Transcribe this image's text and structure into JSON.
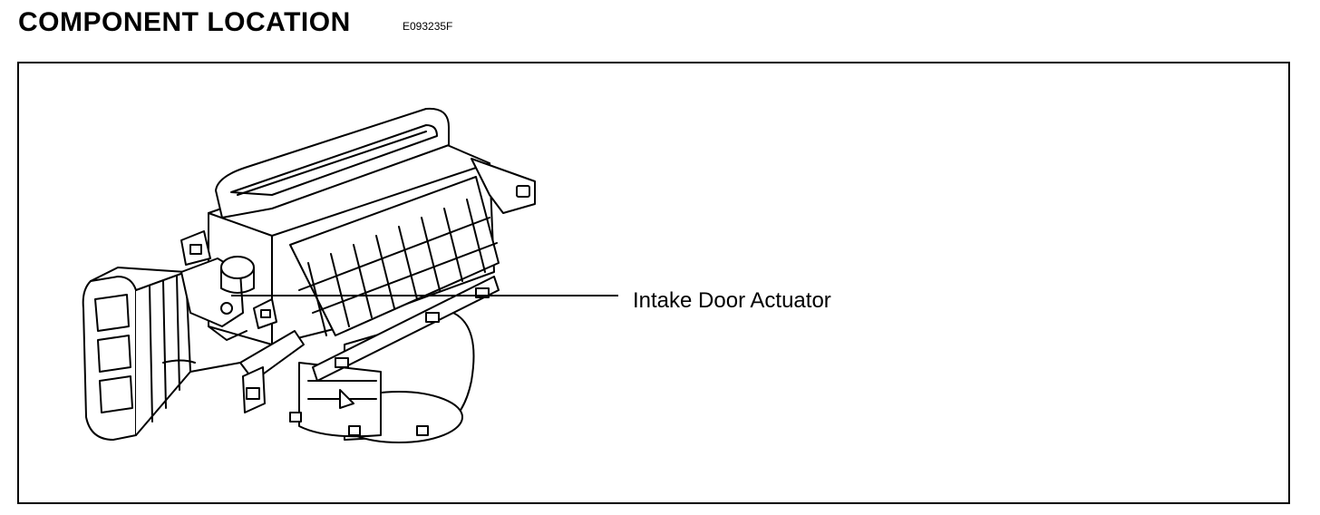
{
  "header": {
    "title": "COMPONENT LOCATION",
    "figure_code": "E093235F"
  },
  "diagram": {
    "subject": "heater / blower housing assembly",
    "callouts": [
      {
        "label": "Intake Door Actuator"
      }
    ]
  }
}
